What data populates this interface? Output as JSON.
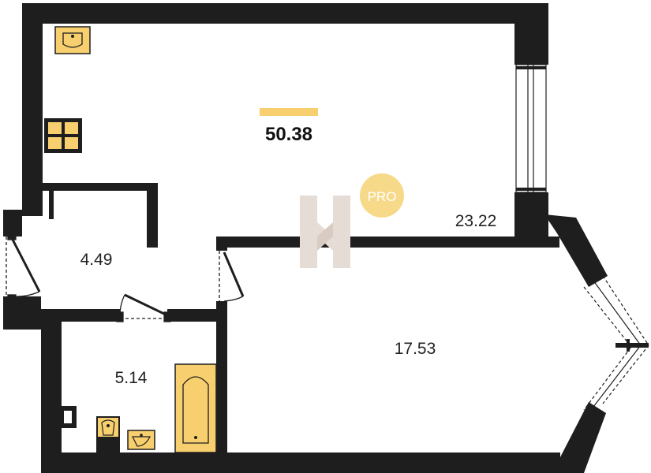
{
  "plan": {
    "total_area": "50.38",
    "badge": "PRO",
    "watermark_letter": "H",
    "rooms": {
      "living_kitchen": "23.22",
      "bedroom": "17.53",
      "hallway": "4.49",
      "bathroom": "5.14"
    },
    "colors": {
      "wall": "#1e1e1e",
      "fixture": "#f7cf6e",
      "accent_bar": "#f7cf6e",
      "badge": "#f7d98a",
      "watermark": "#e6dcd6"
    },
    "icons": [
      "sink-icon",
      "stove-icon",
      "bathtub-icon",
      "toilet-icon",
      "washbasin-icon"
    ]
  }
}
